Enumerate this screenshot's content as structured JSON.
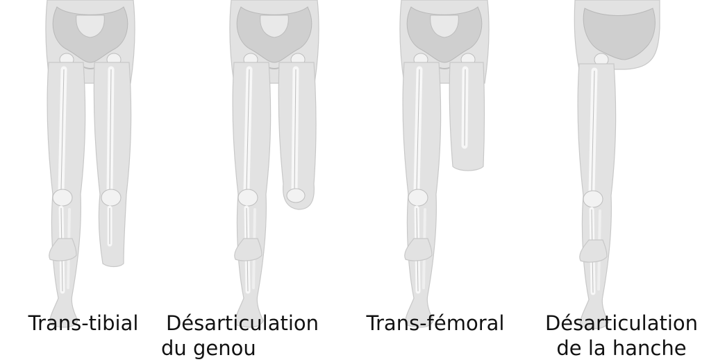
{
  "panels": [
    {
      "id": "trans-tibial",
      "lines": [
        "Trans-tibial"
      ],
      "amputation": "trans-tibial"
    },
    {
      "id": "knee-disarticulation",
      "lines": [
        "Désarticulation",
        "du genou"
      ],
      "amputation": "knee-disarticulation"
    },
    {
      "id": "trans-femoral",
      "lines": [
        "Trans-fémoral"
      ],
      "amputation": "trans-femoral"
    },
    {
      "id": "hip-disarticulation",
      "lines": [
        "Désarticulation",
        "de la hanche"
      ],
      "amputation": "hip-disarticulation"
    }
  ],
  "colors": {
    "skin": "#e2e2e2",
    "skin_edge": "#c8c8c8",
    "bone": "#f7f7f7",
    "bone_edge": "#bdbdbd",
    "pelvis": "#cfcfcf",
    "text": "#111111"
  }
}
